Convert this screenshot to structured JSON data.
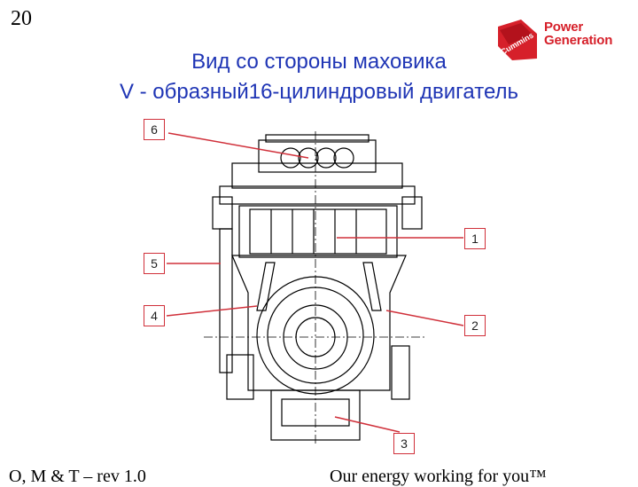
{
  "slide": {
    "number": "20"
  },
  "logo": {
    "brand": "Cummins",
    "line1": "Power",
    "line2": "Generation",
    "color": "#d6202a"
  },
  "title": {
    "line1": "Вид со стороны маховика",
    "line2": "V - образный16-цилиндровый двигатель",
    "color": "#1f35b5"
  },
  "callouts": [
    "1",
    "2",
    "3",
    "4",
    "5",
    "6"
  ],
  "footer": {
    "left": "O, M & T – rev 1.0",
    "right": "Our energy working for you™"
  }
}
